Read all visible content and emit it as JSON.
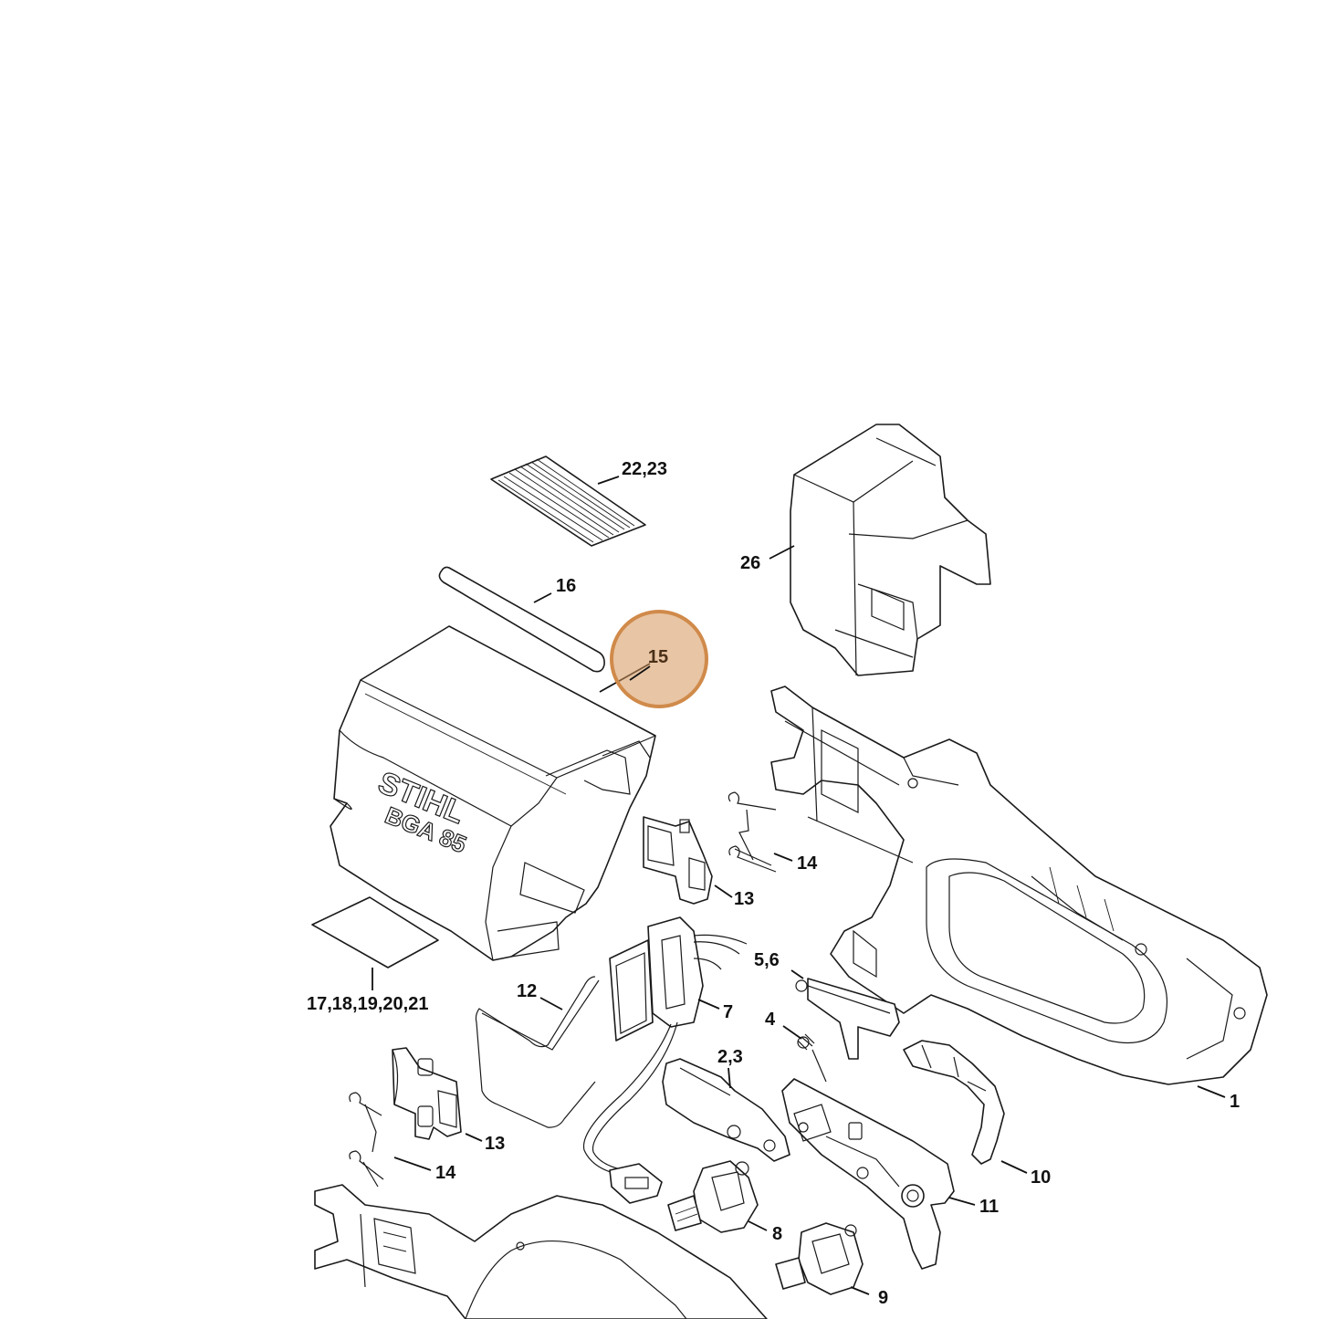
{
  "diagram": {
    "brand_logo": "STIHL",
    "model_logo": "BGA 85",
    "highlight": {
      "label": "15",
      "color": "#d6965a"
    },
    "callouts": {
      "c1": "1",
      "c2_3": "2,3",
      "c4": "4",
      "c5_6": "5,6",
      "c7": "7",
      "c8": "8",
      "c9": "9",
      "c10": "10",
      "c11": "11",
      "c12": "12",
      "c13a": "13",
      "c13b": "13",
      "c14a": "14",
      "c14b": "14",
      "c16": "16",
      "c17_21": "17,18,19,20,21",
      "c22_23": "22,23",
      "c26": "26"
    }
  }
}
